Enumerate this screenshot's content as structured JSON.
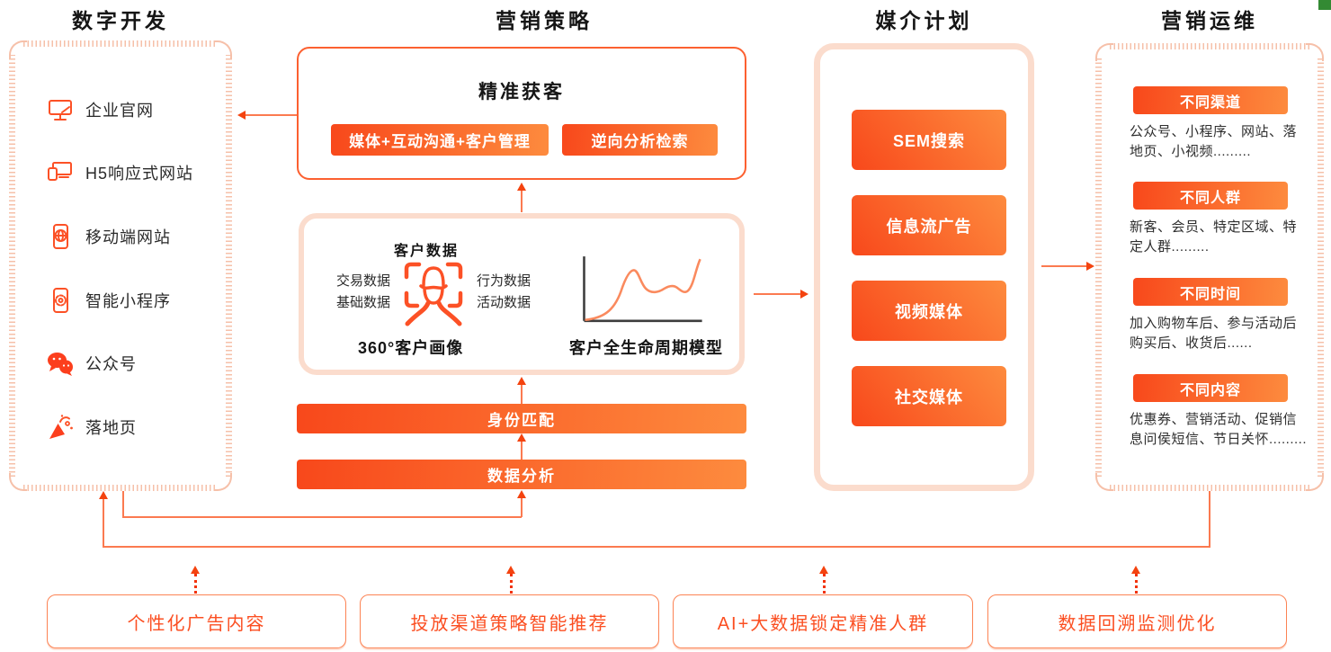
{
  "header": {
    "titles": [
      "数字开发",
      "营销策略",
      "媒介计划",
      "营销运维"
    ]
  },
  "digital_dev": {
    "items": [
      {
        "label": "企业官网",
        "icon": "monitor-icon"
      },
      {
        "label": "H5响应式网站",
        "icon": "responsive-site-icon"
      },
      {
        "label": "移动端网站",
        "icon": "mobile-site-icon"
      },
      {
        "label": "智能小程序",
        "icon": "mini-program-icon"
      },
      {
        "label": "公众号",
        "icon": "wechat-icon"
      },
      {
        "label": "落地页",
        "icon": "landing-page-icon"
      }
    ]
  },
  "strategy": {
    "acquisition_title": "精准获客",
    "acquisition_buttons": [
      "媒体+互动沟通+客户管理",
      "逆向分析检索"
    ],
    "customer_data_title": "客户数据",
    "data_labels_left": [
      "交易数据",
      "基础数据"
    ],
    "data_labels_right": [
      "行为数据",
      "活动数据"
    ],
    "portrait_caption": "360°客户画像",
    "lifecycle_caption": "客户全生命周期模型",
    "pipeline_bars": [
      "身份匹配",
      "数据分析"
    ]
  },
  "media_plan": {
    "buttons": [
      "SEM搜索",
      "信息流广告",
      "视频媒体",
      "社交媒体"
    ]
  },
  "marketing_ops": {
    "sections": [
      {
        "label": "不同渠道",
        "desc": "公众号、小程序、网站、落地页、小视频........."
      },
      {
        "label": "不同人群",
        "desc": "新客、会员、特定区域、特定人群........."
      },
      {
        "label": "不同时间",
        "desc": "加入购物车后、参与活动后购买后、收货后......"
      },
      {
        "label": "不同内容",
        "desc": "优惠券、营销活动、促销信息问侯短信、节日关怀........."
      }
    ]
  },
  "bottom": {
    "boxes": [
      "个性化广告内容",
      "投放渠道策略智能推荐",
      "AI+大数据锁定精准人群",
      "数据回溯监测优化"
    ]
  },
  "colors": {
    "accent": "#fb4f22",
    "button_gradient_start": "#f8481b",
    "button_gradient_end": "#fd8b3e",
    "panel_border": "#fbdccd",
    "hatch_border": "#f6c0a9",
    "arrow_head": "#f4430f",
    "connector_line": "#fb7a50",
    "green_marker": "#338a33"
  }
}
